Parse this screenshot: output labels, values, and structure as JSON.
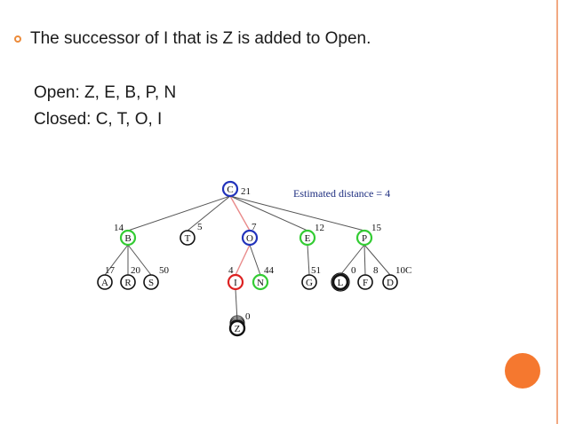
{
  "slide": {
    "bullet": "The successor of I that is Z is added to Open.",
    "open_line": "Open: Z, E, B, P, N",
    "closed_line": "Closed: C, T, O, I"
  },
  "colors": {
    "accent": "#f5782f",
    "bullet_ring": "#ec8b3a",
    "rule": "#f2a982",
    "closed_node": "#2233bb",
    "open_node": "#33cc33",
    "current_node": "#dd2222",
    "current_edge": "#e98a8a",
    "default_node": "#111111",
    "annotation": "#1f2f80"
  },
  "diagram": {
    "annotation": "Estimated distance = 4",
    "nodes": [
      {
        "id": "C",
        "label": "C",
        "value": "21",
        "state": "closed"
      },
      {
        "id": "B",
        "label": "B",
        "value": "14",
        "state": "open"
      },
      {
        "id": "T",
        "label": "T",
        "value": "5",
        "state": "closed-leaf"
      },
      {
        "id": "O",
        "label": "O",
        "value": "7",
        "state": "closed"
      },
      {
        "id": "E",
        "label": "E",
        "value": "12",
        "state": "open"
      },
      {
        "id": "P",
        "label": "P",
        "value": "15",
        "state": "open"
      },
      {
        "id": "A",
        "label": "A",
        "value": "17",
        "state": "unvisited"
      },
      {
        "id": "R",
        "label": "R",
        "value": "20",
        "state": "unvisited"
      },
      {
        "id": "S",
        "label": "S",
        "value": "50",
        "state": "unvisited"
      },
      {
        "id": "I",
        "label": "I",
        "value": "4",
        "state": "current"
      },
      {
        "id": "N",
        "label": "N",
        "value": "44",
        "state": "open"
      },
      {
        "id": "G",
        "label": "G",
        "value": "51",
        "state": "unvisited"
      },
      {
        "id": "L",
        "label": "L",
        "value": "0",
        "state": "goal"
      },
      {
        "id": "F",
        "label": "F",
        "value": "8",
        "state": "unvisited"
      },
      {
        "id": "D",
        "label": "D",
        "value": "10C",
        "state": "unvisited"
      },
      {
        "id": "Z",
        "label": "Z",
        "value": "0",
        "state": "new"
      }
    ],
    "edges": [
      [
        "C",
        "B"
      ],
      [
        "C",
        "T"
      ],
      [
        "C",
        "O"
      ],
      [
        "C",
        "E"
      ],
      [
        "C",
        "P"
      ],
      [
        "B",
        "A"
      ],
      [
        "B",
        "R"
      ],
      [
        "B",
        "S"
      ],
      [
        "O",
        "I"
      ],
      [
        "O",
        "N"
      ],
      [
        "E",
        "G"
      ],
      [
        "P",
        "L"
      ],
      [
        "P",
        "F"
      ],
      [
        "P",
        "D"
      ],
      [
        "I",
        "Z"
      ]
    ]
  }
}
